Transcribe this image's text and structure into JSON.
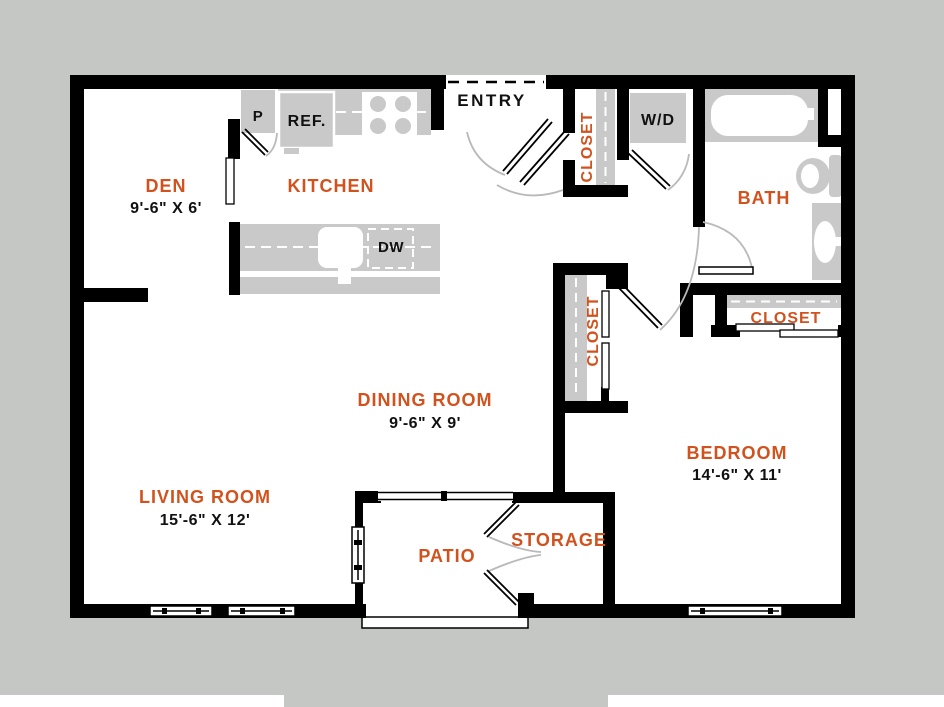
{
  "title": "Apartment floor plan",
  "colors": {
    "accent": "#d2521e",
    "wall": "#000000",
    "fixture": "#c9c9c9",
    "bg": "#c5c7c4",
    "arc": "#b9b9b9",
    "ink": "#111111"
  },
  "rooms": {
    "den": {
      "name": "DEN",
      "dims": "9'-6\" X 6'"
    },
    "kitchen": {
      "name": "KITCHEN"
    },
    "entry": {
      "name": "ENTRY"
    },
    "bath": {
      "name": "BATH"
    },
    "dining": {
      "name": "DINING ROOM",
      "dims": "9'-6\" X 9'"
    },
    "living": {
      "name": "LIVING ROOM",
      "dims": "15'-6\" X 12'"
    },
    "bedroom": {
      "name": "BEDROOM",
      "dims": "14'-6\" X 11'"
    },
    "patio": {
      "name": "PATIO"
    },
    "storage": {
      "name": "STORAGE"
    }
  },
  "closets": {
    "entry_closet": {
      "name": "CLOSET"
    },
    "hall_closet": {
      "name": "CLOSET"
    },
    "bedroom_closet": {
      "name": "CLOSET"
    }
  },
  "fixtures": {
    "pantry": "P",
    "refrigerator": "REF.",
    "dishwasher": "DW",
    "washer_dryer": "W/D"
  }
}
